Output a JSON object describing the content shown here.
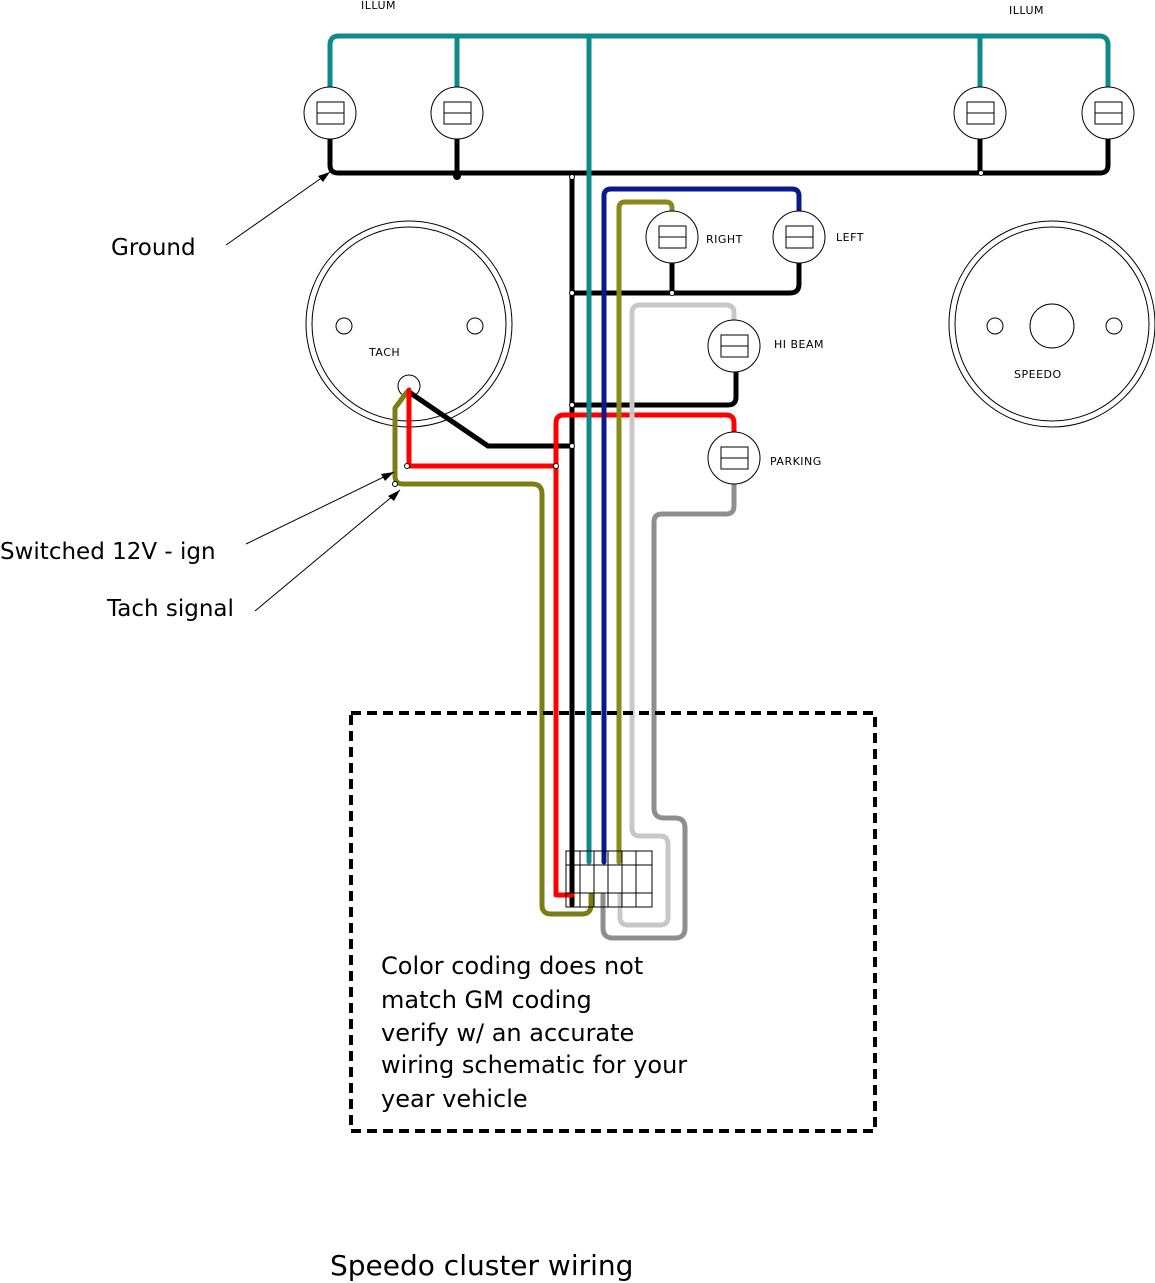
{
  "labels": {
    "illum_left": "ILLUM",
    "illum_right": "ILLUM",
    "right": "RIGHT",
    "left": "LEFT",
    "hi_beam": "HI BEAM",
    "parking": "PARKING",
    "tach": "TACH",
    "speedo": "SPEEDO",
    "ground": "Ground",
    "switched": "Switched 12V - ign",
    "tach_signal": "Tach signal"
  },
  "note_lines": [
    "Color coding does not",
    "match GM coding",
    "verify w/ an accurate",
    "wiring schematic for your",
    "year vehicle"
  ],
  "title": "Speedo cluster wiring",
  "wire_colors": {
    "illum": "#0e8a8a",
    "ground": "#000000",
    "left_turn": "#0a1a8c",
    "right_turn": "#8a8a1a",
    "hi_beam": "#c8c8c8",
    "parking": "#8e8e8e",
    "ignition": "#ff0000",
    "tach_signal": "#7d7d14"
  }
}
